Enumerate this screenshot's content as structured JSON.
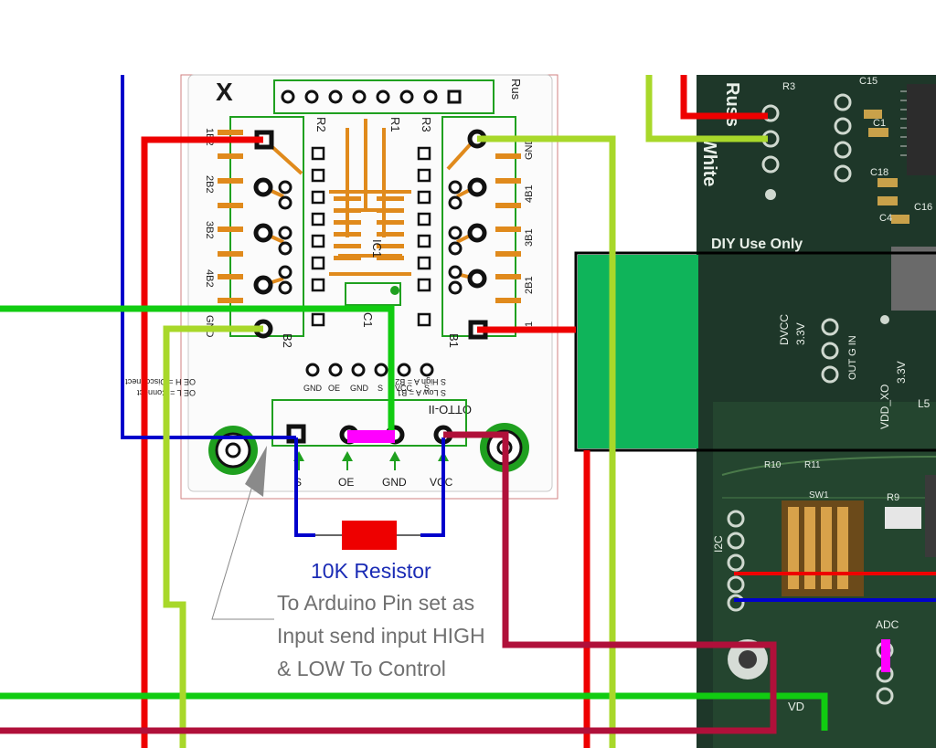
{
  "colors": {
    "wire_red": "#ee0000",
    "wire_dark_red": "#b0103a",
    "wire_blue": "#0000cc",
    "wire_green": "#11cc11",
    "wire_lime": "#a8d82a",
    "pcb_green": "#1f3a2c",
    "overlay_green": "#0fb45a",
    "pad_magenta": "#ff00ff",
    "resistor_red": "#ee0000",
    "annotation_blue": "#1a2bb5",
    "annotation_grey": "#707070"
  },
  "annotations": {
    "resistor": "10K Resistor",
    "line1": "To Arduino Pin set as",
    "line2": "Input send input HIGH",
    "line3": "& LOW To Control"
  },
  "breakout": {
    "resistors": [
      "R2",
      "R1",
      "R3"
    ],
    "ic": "IC1",
    "cap": "C1",
    "board_name": "OTTO-II",
    "left_pads": [
      "1B2",
      "2B2",
      "3B2",
      "4B2",
      "GND"
    ],
    "right_pads": [
      "GND",
      "4B1",
      "3B1",
      "2B1",
      "1"
    ],
    "b_labels": [
      "B2",
      "B1"
    ],
    "header_bottom": [
      "GND",
      "OE",
      "GND",
      "S",
      "VCC",
      "S"
    ],
    "bottom_pins": [
      "S",
      "OE",
      "GND",
      "VCC"
    ],
    "logic_note_left_1": "OE H = Disconnect",
    "logic_note_left_2": "OE L = Connect",
    "logic_note_right_1": "S High  A = B2",
    "logic_note_right_2": "S Low  A = B1",
    "top_label": "Rus"
  },
  "arduino_board": {
    "vertical_label_1": "Russ",
    "vertical_label_2": "White",
    "diy": "DIY Use Only",
    "dvcc": "DVCC",
    "v33a": "3.3V",
    "out_g_in": "OUT G IN",
    "vdd_xo": "VDD_XO",
    "v33b": "3.3V",
    "i2c": "I2C",
    "adc": "ADC",
    "sw": "SW1",
    "vd": "VD",
    "parts": [
      "R3",
      "C15",
      "C1",
      "C18",
      "C4",
      "C16",
      "R10",
      "R11",
      "R9",
      "L5"
    ]
  }
}
